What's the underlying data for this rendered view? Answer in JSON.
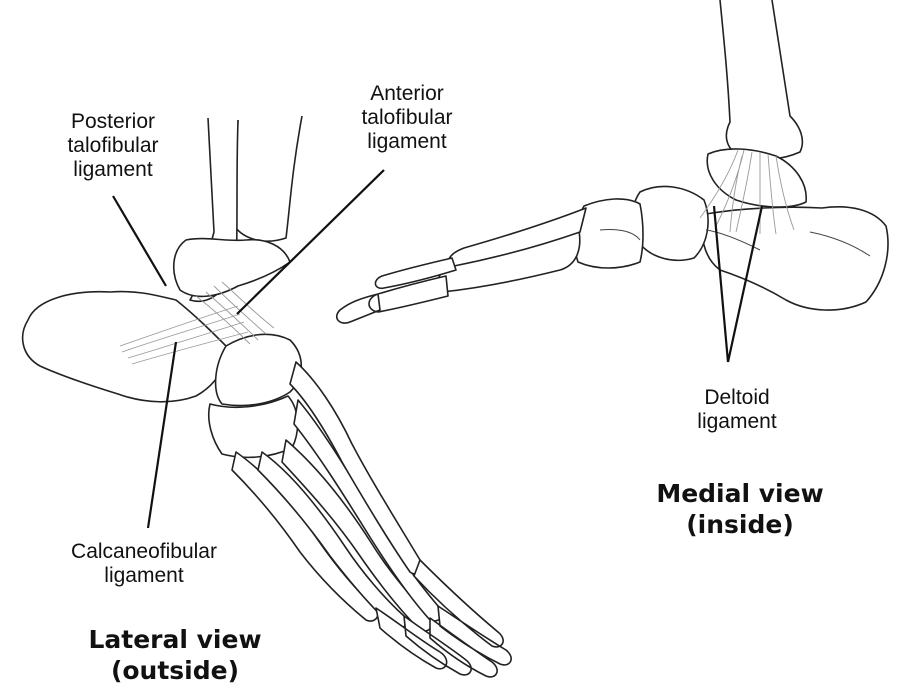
{
  "labels": {
    "posterior_talofibular": [
      "Posterior",
      "talofibular",
      "ligament"
    ],
    "anterior_talofibular": [
      "Anterior",
      "talofibular",
      "ligament"
    ],
    "calcaneofibular": [
      "Calcaneofibular",
      "ligament"
    ],
    "deltoid": [
      "Deltoid",
      "ligament"
    ]
  },
  "views": {
    "lateral": [
      "Lateral view",
      "(outside)"
    ],
    "medial": [
      "Medial view",
      "(inside)"
    ]
  }
}
